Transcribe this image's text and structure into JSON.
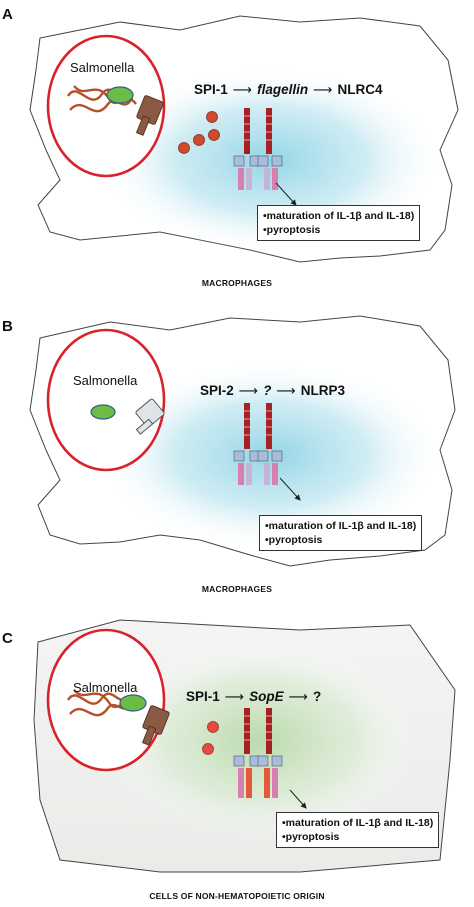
{
  "panels": [
    {
      "letter": "A",
      "salmonella": "Salmonella",
      "pathway": {
        "step1": "SPI-1",
        "step2": "flagellin",
        "step3": "NLRC4"
      },
      "outcomes": [
        "•maturation of IL-1β and IL-18)",
        "•pyroptosis"
      ],
      "footer": "MACROPHAGES"
    },
    {
      "letter": "B",
      "salmonella": "Salmonella",
      "pathway": {
        "step1": "SPI-2",
        "step2": "?",
        "step3": "NLRP3"
      },
      "outcomes": [
        "•maturation of IL-1β and IL-18)",
        "•pyroptosis"
      ],
      "footer": "MACROPHAGES"
    },
    {
      "letter": "C",
      "salmonella": "Salmonella",
      "pathway": {
        "step1": "SPI-1",
        "step2": "SopE",
        "step3": "?"
      },
      "outcomes": [
        "•maturation of IL-1β and IL-18)",
        "•pyroptosis"
      ],
      "footer": "CELLS OF NON-HEMATOPOIETIC ORIGIN"
    }
  ],
  "colors": {
    "membrane_red": "#d9232b",
    "flagella": "#b4502a",
    "bacterium": "#6cbd45",
    "injectisome_brown": "#8b5a45",
    "injectisome_grey": "#c8cfd6",
    "blue_glow": "#9fd8e6",
    "green_glow": "#c4dfb9",
    "inflammasome_dark": "#a81f24",
    "inflammasome_pink": "#d77fb0",
    "inflammasome_blue": "#a6bde0"
  }
}
